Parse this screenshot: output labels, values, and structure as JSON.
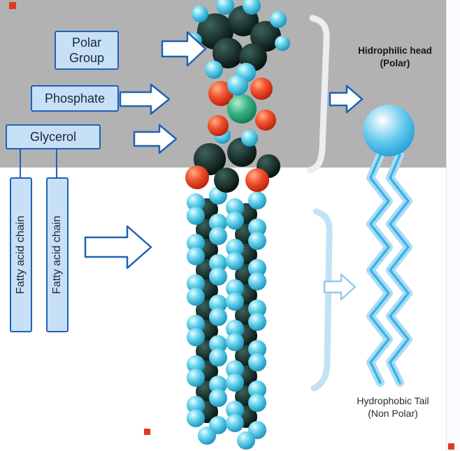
{
  "labels": {
    "polar_group": "Polar\nGroup",
    "phosphate": "Phosphate",
    "glycerol": "Glycerol",
    "fatty_acid_chain_1": "Fatty acid chain",
    "fatty_acid_chain_2": "Fatty acid chain",
    "hydrophilic_head": "Hidrophilic head\n(Polar)",
    "hydrophobic_tail": "Hydrophobic Tail\n(Non Polar)"
  },
  "colors": {
    "background_top": "#b2b2b2",
    "background_bottom": "#ffffff",
    "box_fill": "#c8e0f7",
    "box_border": "#1e62b5",
    "arrow_fill": "#ffffff",
    "arrow_border": "#1e62b5",
    "tail_arrow_border": "#8fcdea",
    "sphere_cyan": "#45c6e8",
    "sphere_dark": "#0b2624",
    "sphere_red": "#e83c20",
    "sphere_green": "#2ea876",
    "tail_light": "#aadcf5",
    "tail_dark": "#3ab4e6",
    "bracket_top": "#e9eef2",
    "bracket_bottom": "#c2e2f6",
    "marker_red": "#e03a1e"
  }
}
